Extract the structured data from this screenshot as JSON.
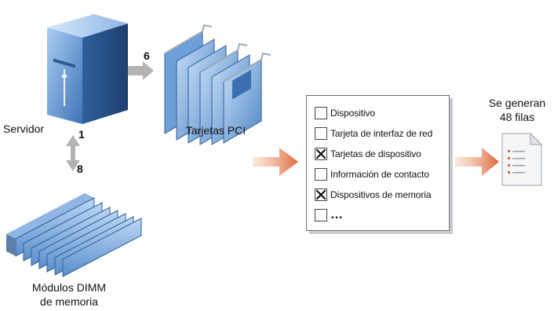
{
  "labels": {
    "server": "Servidor",
    "server_number": "1",
    "pci_number": "6",
    "pci_cards": "Tarjetas PCI",
    "dimm_number": "8",
    "dimm_line1": "Módulos DIMM",
    "dimm_line2": "de memoria"
  },
  "checklist": [
    {
      "label": "Dispositivo",
      "checked": false
    },
    {
      "label": "Tarjeta de interfaz de red",
      "checked": false
    },
    {
      "label": "Tarjetas de dispositivo",
      "checked": true
    },
    {
      "label": "Información de contacto",
      "checked": false
    },
    {
      "label": "Dispositivos de memoria",
      "checked": true
    },
    {
      "label": "…",
      "checked": false
    }
  ],
  "result": {
    "line1": "Se generan",
    "line2": "48 filas"
  },
  "colors": {
    "hardware_blue": "#6f9fd6",
    "arrow_gray": "#b3b3b3",
    "arrow_orange": "#e0683a"
  }
}
